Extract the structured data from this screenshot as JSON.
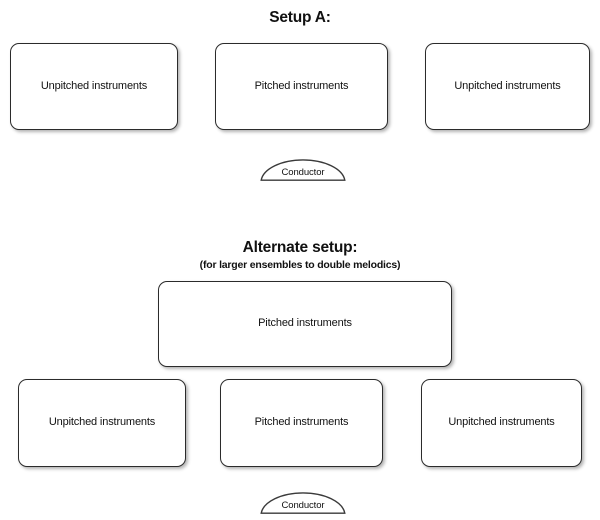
{
  "page": {
    "background_color": "#ffffff",
    "border_color": "#2b2b2b",
    "text_color": "#111111"
  },
  "sections": [
    {
      "id": "setup-a",
      "title": "Setup A:",
      "subtitle": "",
      "rows": [
        {
          "id": "setup-a-row",
          "boxes": [
            {
              "id": "box-a-left",
              "label": "Unpitched instruments"
            },
            {
              "id": "box-a-center",
              "label": "Pitched instruments"
            },
            {
              "id": "box-a-right",
              "label": "Unpitched instruments"
            }
          ]
        }
      ],
      "conductor": {
        "label": "Conductor",
        "shape": "semicircle-dome"
      }
    },
    {
      "id": "alternate-setup",
      "title": "Alternate setup:",
      "subtitle": "(for larger ensembles to double melodics)",
      "rows": [
        {
          "id": "alternate-top-row",
          "boxes": [
            {
              "id": "box-b-wide",
              "label": "Pitched instruments"
            }
          ]
        },
        {
          "id": "alternate-bottom-row",
          "boxes": [
            {
              "id": "box-b-left",
              "label": "Unpitched instruments"
            },
            {
              "id": "box-b-center",
              "label": "Pitched instruments"
            },
            {
              "id": "box-b-right",
              "label": "Unpitched instruments"
            }
          ]
        }
      ],
      "conductor": {
        "label": "Conductor",
        "shape": "semicircle-dome"
      }
    }
  ]
}
